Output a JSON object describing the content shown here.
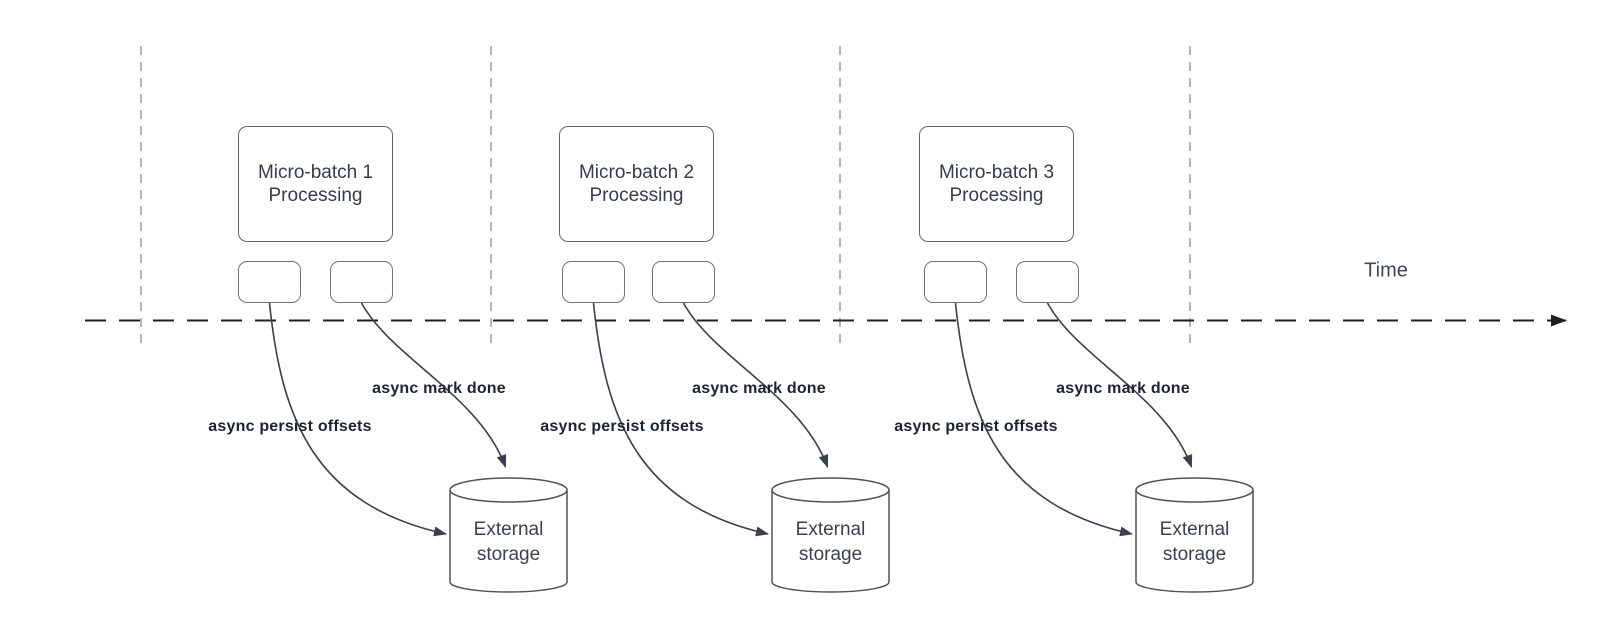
{
  "diagram": {
    "type": "micro-batch streaming timeline",
    "timeline": {
      "label": "Time"
    },
    "colors": {
      "background": "#ffffff",
      "curve_stroke": "#3a414c",
      "timeline_stroke": "#1f1f1f",
      "guide_stroke": "#b5b5b5",
      "box_stroke": "#5d646d",
      "mini_box_stroke": "#6e747c",
      "cylinder_stroke": "#4d535b",
      "title_text": "#363d49",
      "label_text": "#1b2430"
    },
    "groups": [
      {
        "title_line1": "Micro-batch 1",
        "title_line2": "Processing",
        "persist_label": "async persist offsets",
        "done_label": "async mark done",
        "storage_line1": "External",
        "storage_line2": "storage"
      },
      {
        "title_line1": "Micro-batch 2",
        "title_line2": "Processing",
        "persist_label": "async persist offsets",
        "done_label": "async mark done",
        "storage_line1": "External",
        "storage_line2": "storage"
      },
      {
        "title_line1": "Micro-batch 3",
        "title_line2": "Processing",
        "persist_label": "async persist offsets",
        "done_label": "async mark done",
        "storage_line1": "External",
        "storage_line2": "storage"
      }
    ]
  }
}
